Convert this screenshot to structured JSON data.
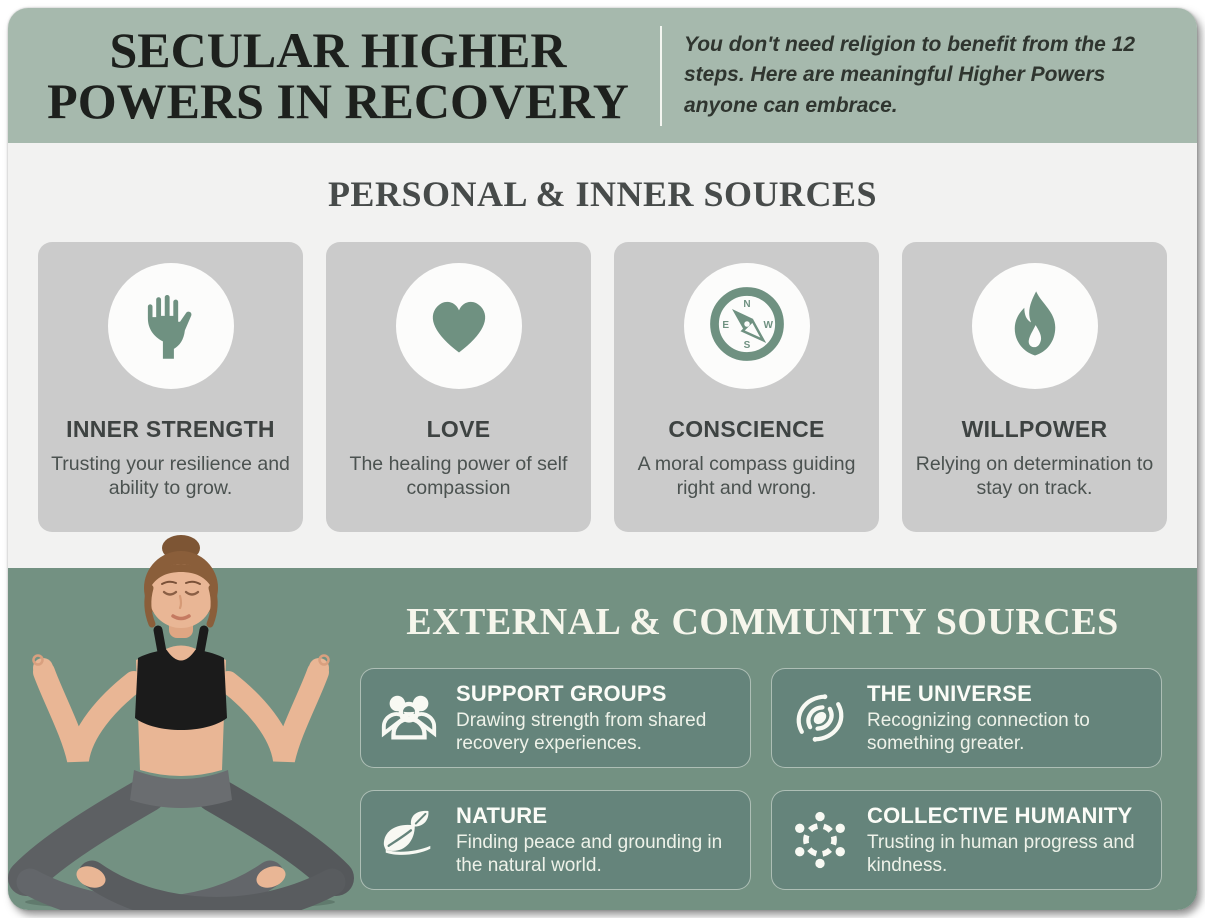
{
  "header": {
    "title_line1": "SECULAR HIGHER",
    "title_line2": "POWERS IN RECOVERY",
    "subtitle": "You don't need religion to benefit from the 12 steps. Here are meaningful Higher Powers anyone can embrace."
  },
  "personal_section": {
    "heading": "PERSONAL & INNER SOURCES",
    "cards": [
      {
        "icon": "fist-icon",
        "title": "INNER STRENGTH",
        "description": "Trusting your resilience and ability to grow."
      },
      {
        "icon": "heart-icon",
        "title": "LOVE",
        "description": "The healing power of self compassion"
      },
      {
        "icon": "compass-icon",
        "title": "CONSCIENCE",
        "description": "A moral compass guiding right and wrong."
      },
      {
        "icon": "flame-icon",
        "title": "WILLPOWER",
        "description": "Relying on determination to stay on track."
      }
    ],
    "compass_labels": {
      "north": "N",
      "east": "E",
      "west": "W",
      "south": "S"
    }
  },
  "external_section": {
    "heading": "EXTERNAL & COMMUNITY SOURCES",
    "cards": [
      {
        "icon": "support-groups-icon",
        "title": "SUPPORT GROUPS",
        "description": "Drawing strength from shared recovery experiences."
      },
      {
        "icon": "galaxy-icon",
        "title": "THE UNIVERSE",
        "description": "Recognizing connection to something greater."
      },
      {
        "icon": "leaves-icon",
        "title": "NATURE",
        "description": "Finding peace and grounding in the natural world."
      },
      {
        "icon": "humanity-circle-icon",
        "title": "COLLECTIVE HUMANITY",
        "description": "Trusting in human progress and kindness."
      }
    ]
  },
  "colors": {
    "header_green": "#a6b9ad",
    "light_section_bg": "#f2f2f1",
    "card_gray": "#cbcbcb",
    "icon_green": "#6f9181",
    "bottom_green": "#739182",
    "bottom_card_green": "#65847b",
    "heading_dark": "#474b4a",
    "text_dark": "#4b5250",
    "cream_text": "#f6f6ec"
  }
}
